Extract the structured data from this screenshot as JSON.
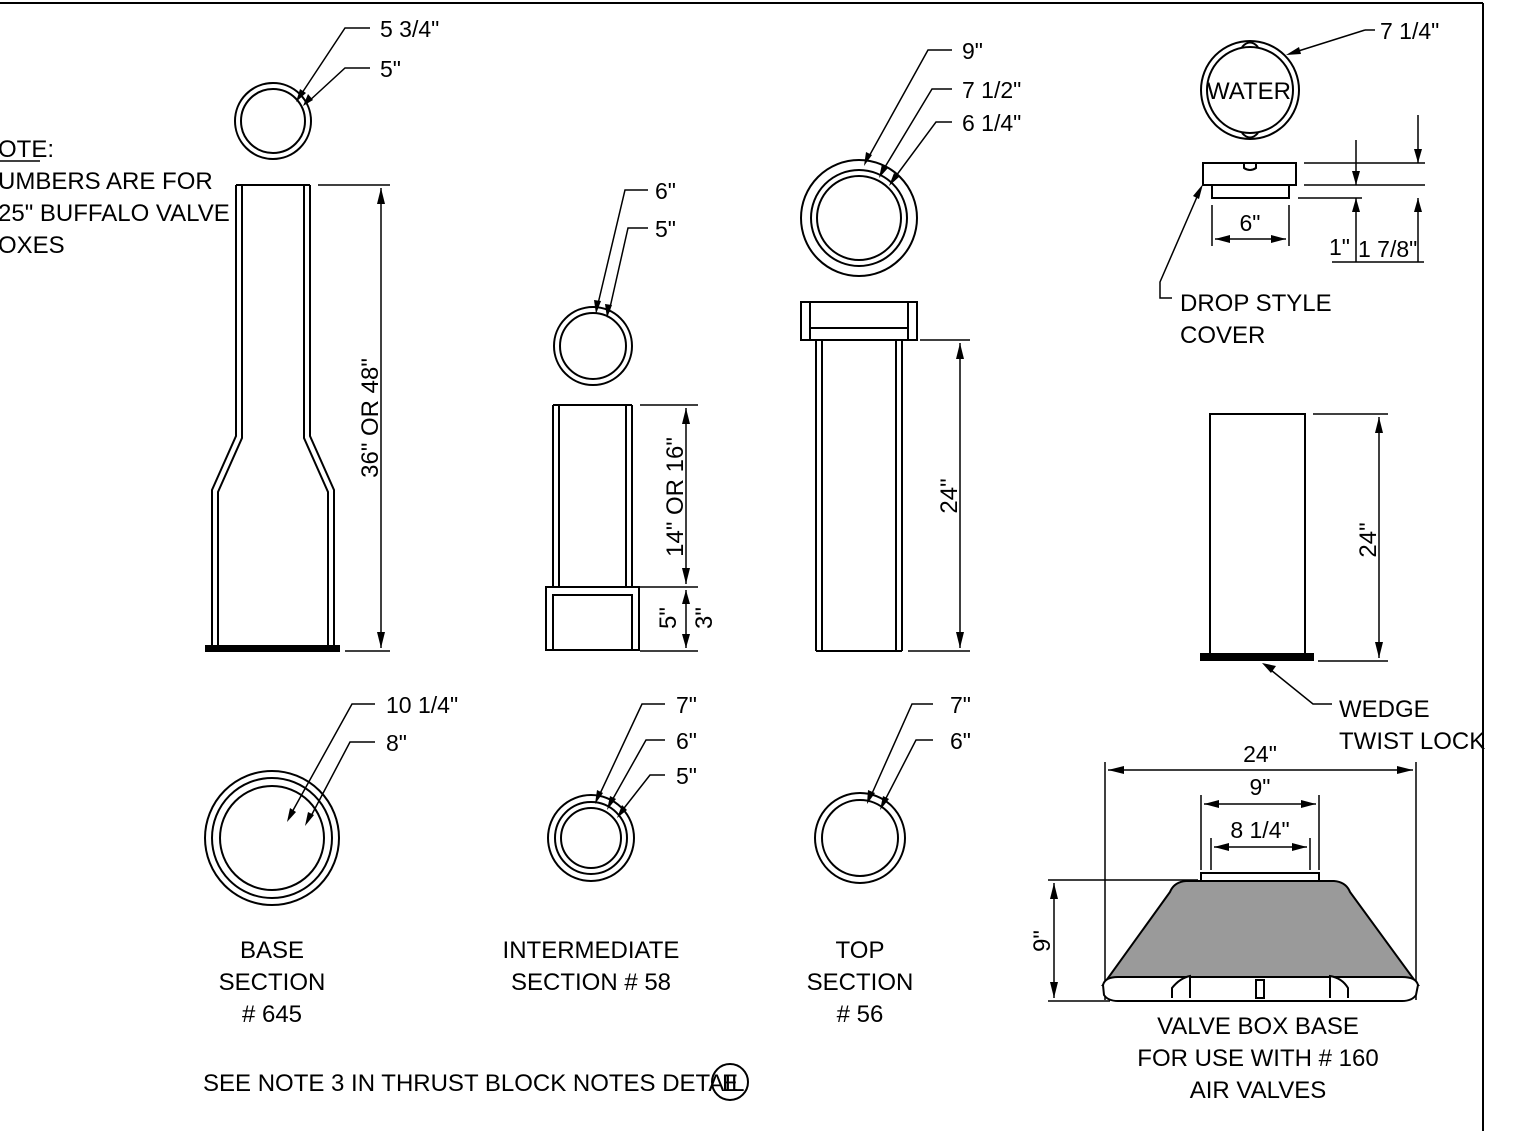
{
  "note": {
    "title": "OTE:",
    "lines": [
      "UMBERS ARE FOR",
      "25\" BUFFALO VALVE",
      "OXES"
    ]
  },
  "base": {
    "top_outer": "5 3/4\"",
    "top_inner": "5\"",
    "height": "36\" OR 48\"",
    "bottom_outer": "10 1/4\"",
    "bottom_inner": "8\"",
    "caption": [
      "BASE",
      "SECTION",
      "# 645"
    ]
  },
  "intermediate": {
    "top_outer": "6\"",
    "top_inner": "5\"",
    "height": "14\" OR 16\"",
    "sleeve_a": "5\"",
    "sleeve_b": "3\"",
    "bottom_a": "7\"",
    "bottom_b": "6\"",
    "bottom_c": "5\"",
    "caption": [
      "INTERMEDIATE",
      "SECTION # 58"
    ]
  },
  "top": {
    "top_a": "9\"",
    "top_b": "7 1/2\"",
    "top_c": "6 1/4\"",
    "height": "24\"",
    "bottom_a": "7\"",
    "bottom_b": "6\"",
    "caption": [
      "TOP",
      "SECTION",
      "# 56"
    ]
  },
  "cover": {
    "diameter": "7 1/4\"",
    "label": "WATER",
    "inner_width": "6\"",
    "lip": "1\"",
    "height": "1 7/8\"",
    "caption": [
      "DROP STYLE",
      "COVER"
    ]
  },
  "extension": {
    "height": "24\"",
    "callout": [
      "WEDGE",
      "TWIST LOCK"
    ]
  },
  "valve_base": {
    "width": "24\"",
    "top_outer": "9\"",
    "top_inner": "8 1/4\"",
    "height": "9\"",
    "caption": [
      "VALVE BOX BASE",
      "FOR USE WITH # 160",
      "AIR VALVES"
    ]
  },
  "footer": {
    "text": "SEE NOTE 3 IN THRUST BLOCK NOTES DETAIL",
    "ref": "E"
  }
}
